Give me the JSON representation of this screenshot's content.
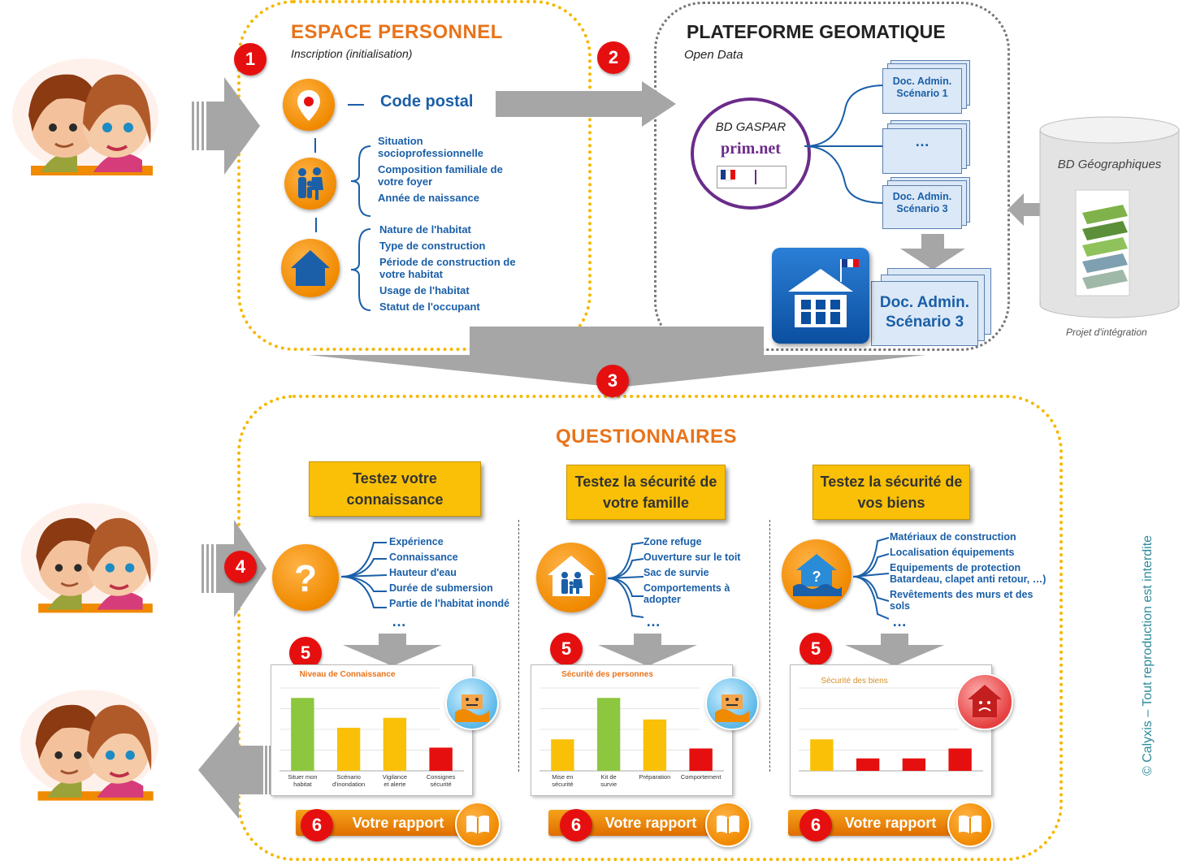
{
  "section1": {
    "number": "1",
    "title": "ESPACE PERSONNEL",
    "subtitle": "Inscription (initialisation)",
    "code_postal": "Code postal",
    "list_famille": [
      "Situation socioprofessionnelle",
      "Composition familiale de votre foyer",
      "Année de naissance"
    ],
    "list_habitat": [
      "Nature de l'habitat",
      "Type de construction",
      "Période de construction de votre habitat",
      "Usage de l'habitat",
      "Statut de l'occupant"
    ]
  },
  "section2": {
    "number": "2",
    "title": "PLATEFORME GEOMATIQUE",
    "subtitle": "Open Data",
    "bd_gaspar": "BD GASPAR",
    "prim_logo": "prim.net",
    "doc1": "Doc. Admin. Scénario 1",
    "doc_mid": "…",
    "doc3": "Doc. Admin. Scénario 3",
    "doc_big": "Doc. Admin. Scénario 3"
  },
  "bd_geo": {
    "title": "BD Géographiques",
    "caption": "Projet d'intégration"
  },
  "section3": {
    "number": "3"
  },
  "questionnaires": {
    "title": "QUESTIONNAIRES",
    "col1": {
      "box": "Testez votre connaissance",
      "icon": "question-icon",
      "items": [
        "Expérience",
        "Connaissance",
        "Hauteur d'eau",
        "Durée de submersion",
        "Partie de l'habitat inondé"
      ],
      "more": "…"
    },
    "col2": {
      "box": "Testez la sécurité de votre famille",
      "icon": "family-house-icon",
      "items": [
        "Zone refuge",
        "Ouverture sur le toit",
        "Sac de survie",
        "Comportements à adopter"
      ],
      "more": "…"
    },
    "col3": {
      "box": "Testez la sécurité de vos biens",
      "icon": "flooded-house-icon",
      "items": [
        "Matériaux de construction",
        "Localisation  équipements",
        "Equipements de protection Batardeau, clapet anti retour, …)",
        "Revêtements des murs et des sols"
      ],
      "more": "…"
    },
    "step4": "4",
    "step5": "5",
    "step6": "6",
    "rapport": "Votre rapport"
  },
  "chart_data": [
    {
      "type": "bar",
      "title": "Niveau de Connaissance",
      "categories": [
        "Situer mon habitat",
        "Scénario d'inondation",
        "Vigilance et alerte",
        "Consignes sécurité"
      ],
      "values": [
        88,
        52,
        64,
        28
      ],
      "colors": [
        "#8dc63f",
        "#f9c007",
        "#f9c007",
        "#e60f0f"
      ],
      "ylim": [
        0,
        100
      ],
      "grid": true
    },
    {
      "type": "bar",
      "title": "Sécurité des personnes",
      "categories": [
        "Mise en sécurité",
        "Kit de survie",
        "Préparation",
        "Comportement"
      ],
      "values": [
        38,
        88,
        62,
        27
      ],
      "colors": [
        "#f9c007",
        "#8dc63f",
        "#f9c007",
        "#e60f0f"
      ],
      "ylim": [
        0,
        100
      ],
      "grid": true
    },
    {
      "type": "bar",
      "title": "Sécurité des biens",
      "categories": [
        "",
        "",
        "",
        ""
      ],
      "values": [
        38,
        15,
        15,
        27
      ],
      "colors": [
        "#f9c007",
        "#e60f0f",
        "#e60f0f",
        "#e60f0f"
      ],
      "ylim": [
        0,
        100
      ],
      "grid": true
    }
  ],
  "copyright": "© Calyxis – Tout reproduction est interdite",
  "colors": {
    "orange": "#e8731a",
    "dotted_border": "#f5b800",
    "blue_text": "#1a5fa8",
    "red_badge": "#e60f0f",
    "box_yellow": "#f9c007",
    "arrow_gray": "#a6a6a6",
    "copyright_teal": "#2e8b9a"
  }
}
